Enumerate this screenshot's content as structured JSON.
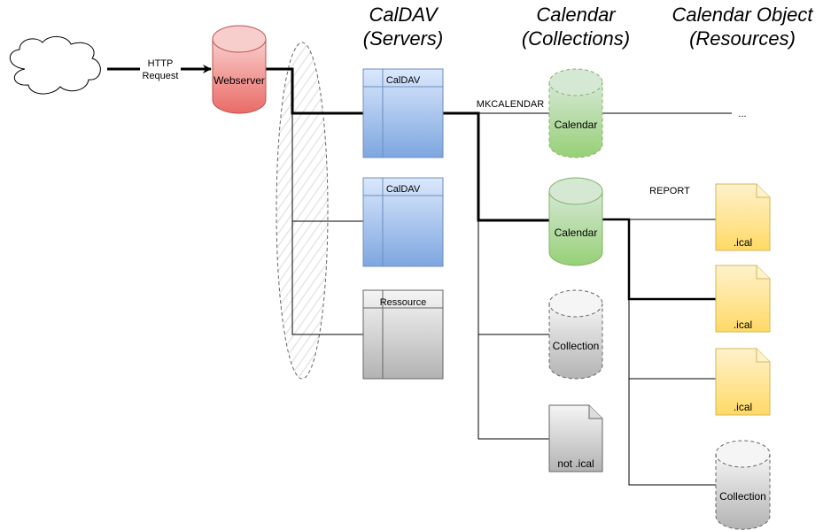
{
  "headers": {
    "servers": [
      "CalDAV",
      "(Servers)"
    ],
    "collections": [
      "Calendar",
      "(Collections)"
    ],
    "resources": [
      "Calendar Object",
      "(Resources)"
    ]
  },
  "client": {
    "http_label": [
      "HTTP",
      "Request"
    ]
  },
  "webserver": {
    "label": "Webserver"
  },
  "servers": [
    {
      "label": "CalDAV"
    },
    {
      "label": "CalDAV"
    },
    {
      "label": "Ressource"
    }
  ],
  "collections": {
    "mkcalendar_label": "MKCALENDAR",
    "calendar1": "Calendar",
    "calendar2": "Calendar",
    "collection": "Collection",
    "not_ical": "not .ical"
  },
  "resources": {
    "ellipsis": "...",
    "report_label": "REPORT",
    "ical1": ".ical",
    "ical2": ".ical",
    "ical3": ".ical",
    "collection": "Collection"
  },
  "colors": {
    "webserver_top": "#f8cecc",
    "webserver_bottom": "#ea6b66",
    "caldav_top": "#dae8fc",
    "caldav_bottom": "#7ea6e0",
    "calendar_top": "#d5e8d4",
    "calendar_bottom": "#97d077",
    "gray_top": "#f5f5f5",
    "gray_bottom": "#b3b3b3",
    "file_top": "#fff2cc",
    "file_bottom": "#ffd966"
  }
}
